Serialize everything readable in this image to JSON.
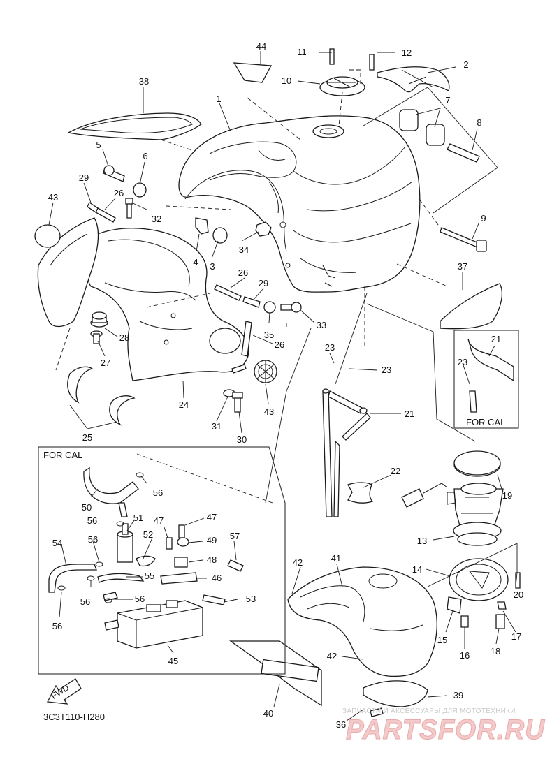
{
  "diagram_code": "3C3T110-H280",
  "fwd_label": "FWD",
  "for_cal_labels": [
    "FOR CAL",
    "FOR CAL"
  ],
  "watermark": {
    "subtitle": "ЗАПЧАСТИ И АКСЕССУАРЫ ДЛЯ МОТОТЕХНИКИ",
    "brand": "PARTSFOR.RU"
  },
  "callouts": [
    "44",
    "11",
    "12",
    "10",
    "2",
    "38",
    "1",
    "7",
    "8",
    "5",
    "6",
    "29",
    "26",
    "43",
    "32",
    "4",
    "3",
    "34",
    "9",
    "37",
    "26",
    "29",
    "35",
    "33",
    "28",
    "27",
    "26",
    "24",
    "43",
    "23",
    "23",
    "21",
    "21",
    "23",
    "25",
    "31",
    "30",
    "22",
    "19",
    "56",
    "50",
    "51",
    "47",
    "47",
    "56",
    "52",
    "49",
    "54",
    "57",
    "56",
    "48",
    "55",
    "46",
    "56",
    "56",
    "53",
    "56",
    "45",
    "42",
    "41",
    "14",
    "20",
    "15",
    "17",
    "16",
    "18",
    "42",
    "40",
    "39",
    "36",
    "13"
  ],
  "colors": {
    "line": "#1a1a1a",
    "background": "#ffffff",
    "watermark": "#f4c9c9"
  }
}
